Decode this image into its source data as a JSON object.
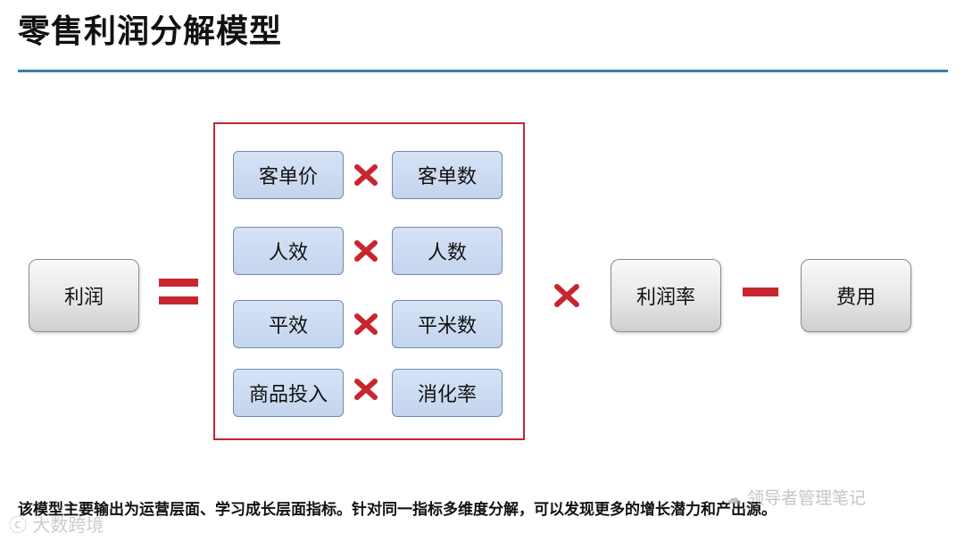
{
  "title": "零售利润分解模型",
  "left_box": "利润",
  "pairs": [
    {
      "left": "客单价",
      "right": "客单数"
    },
    {
      "left": "人效",
      "right": "人数"
    },
    {
      "left": "平效",
      "right": "平米数"
    },
    {
      "left": "商品投入",
      "right": "消化率"
    }
  ],
  "profit_rate_box": "利润率",
  "cost_box": "费用",
  "footer": "该模型主要输出为运营层面、学习成长层面指标。针对同一指标多维度分解，可以发现更多的增长潜力和产出源。",
  "watermark_wechat": "领导者管理笔记",
  "watermark_corner": "大数跨境",
  "colors": {
    "accent_red": "#c8262f",
    "rule_blue": "#3a7fa3",
    "box_blue": "#c9d8f0"
  }
}
